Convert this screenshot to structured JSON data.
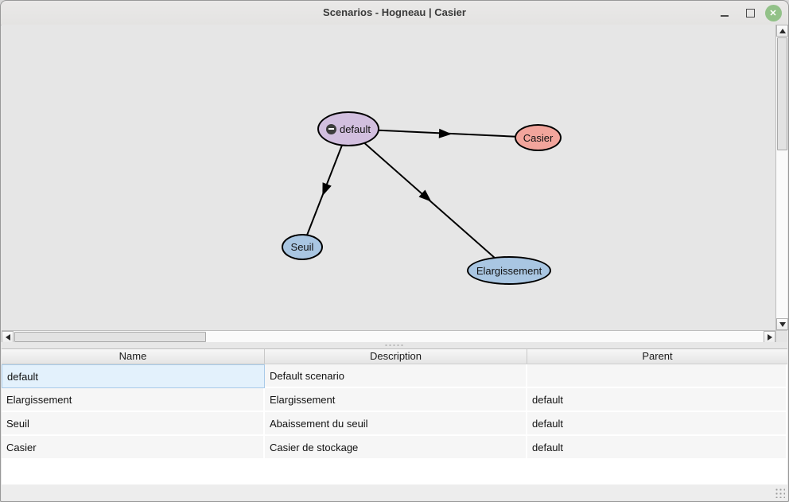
{
  "window": {
    "title": "Scenarios - Hogneau | Casier"
  },
  "icons": {
    "close": "✕",
    "node_collapse": "minus-circle"
  },
  "graph": {
    "nodes": [
      {
        "label": "default",
        "fill": "#d2bfdf",
        "collapsed": true
      },
      {
        "label": "Casier",
        "fill": "#f2a59c"
      },
      {
        "label": "Seuil",
        "fill": "#a9c6e2"
      },
      {
        "label": "Elargissement",
        "fill": "#a9c6e2"
      }
    ],
    "edges": [
      {
        "from": "default",
        "to": "Casier"
      },
      {
        "from": "default",
        "to": "Seuil"
      },
      {
        "from": "default",
        "to": "Elargissement"
      }
    ]
  },
  "table": {
    "columns": [
      "Name",
      "Description",
      "Parent"
    ],
    "rows": [
      {
        "name": "default",
        "description": "Default scenario",
        "parent": ""
      },
      {
        "name": "Elargissement",
        "description": "Elargissement",
        "parent": "default"
      },
      {
        "name": "Seuil",
        "description": "Abaissement du seuil",
        "parent": "default"
      },
      {
        "name": "Casier",
        "description": "Casier de stockage",
        "parent": "default"
      }
    ],
    "selected_cell": {
      "row_name": "default",
      "column": "Name"
    }
  },
  "colors": {
    "titlebar_bg": "#e7e6e5",
    "canvas_bg": "#e6e6e6",
    "edge": "#000000",
    "close_button": "#92c188",
    "node_default": "#d2bfdf",
    "node_casier": "#f2a59c",
    "node_blue": "#a9c6e2",
    "selected_cell_bg": "#e3f1fc",
    "selected_cell_border": "#a9cbe9"
  }
}
